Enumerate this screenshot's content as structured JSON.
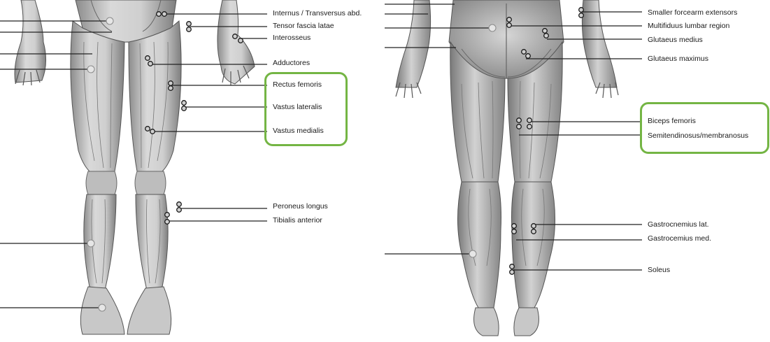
{
  "front_view": {
    "labels": [
      "Internus / Transversus abd.",
      "Tensor fascia latae",
      "Interosseus",
      "Adductores",
      "Rectus femoris",
      "Vastus lateralis",
      "Vastus medialis",
      "Peroneus longus",
      "Tibialis anterior"
    ]
  },
  "back_view": {
    "labels": [
      "Smaller forcearm extensors",
      "Multifiduus lumbar region",
      "Glutaeus medius",
      "Glutaeus maximus",
      "Biceps femoris",
      "Semitendinosus/membranosus",
      "Gastrocnemius lat.",
      "Gastrocemius med.",
      "Soleus"
    ]
  },
  "colors": {
    "highlight": "#74b544",
    "muscle_light": "#d8d8d8",
    "muscle_mid": "#a9a9a9",
    "muscle_dark": "#6e6e6e",
    "line": "#222222"
  }
}
